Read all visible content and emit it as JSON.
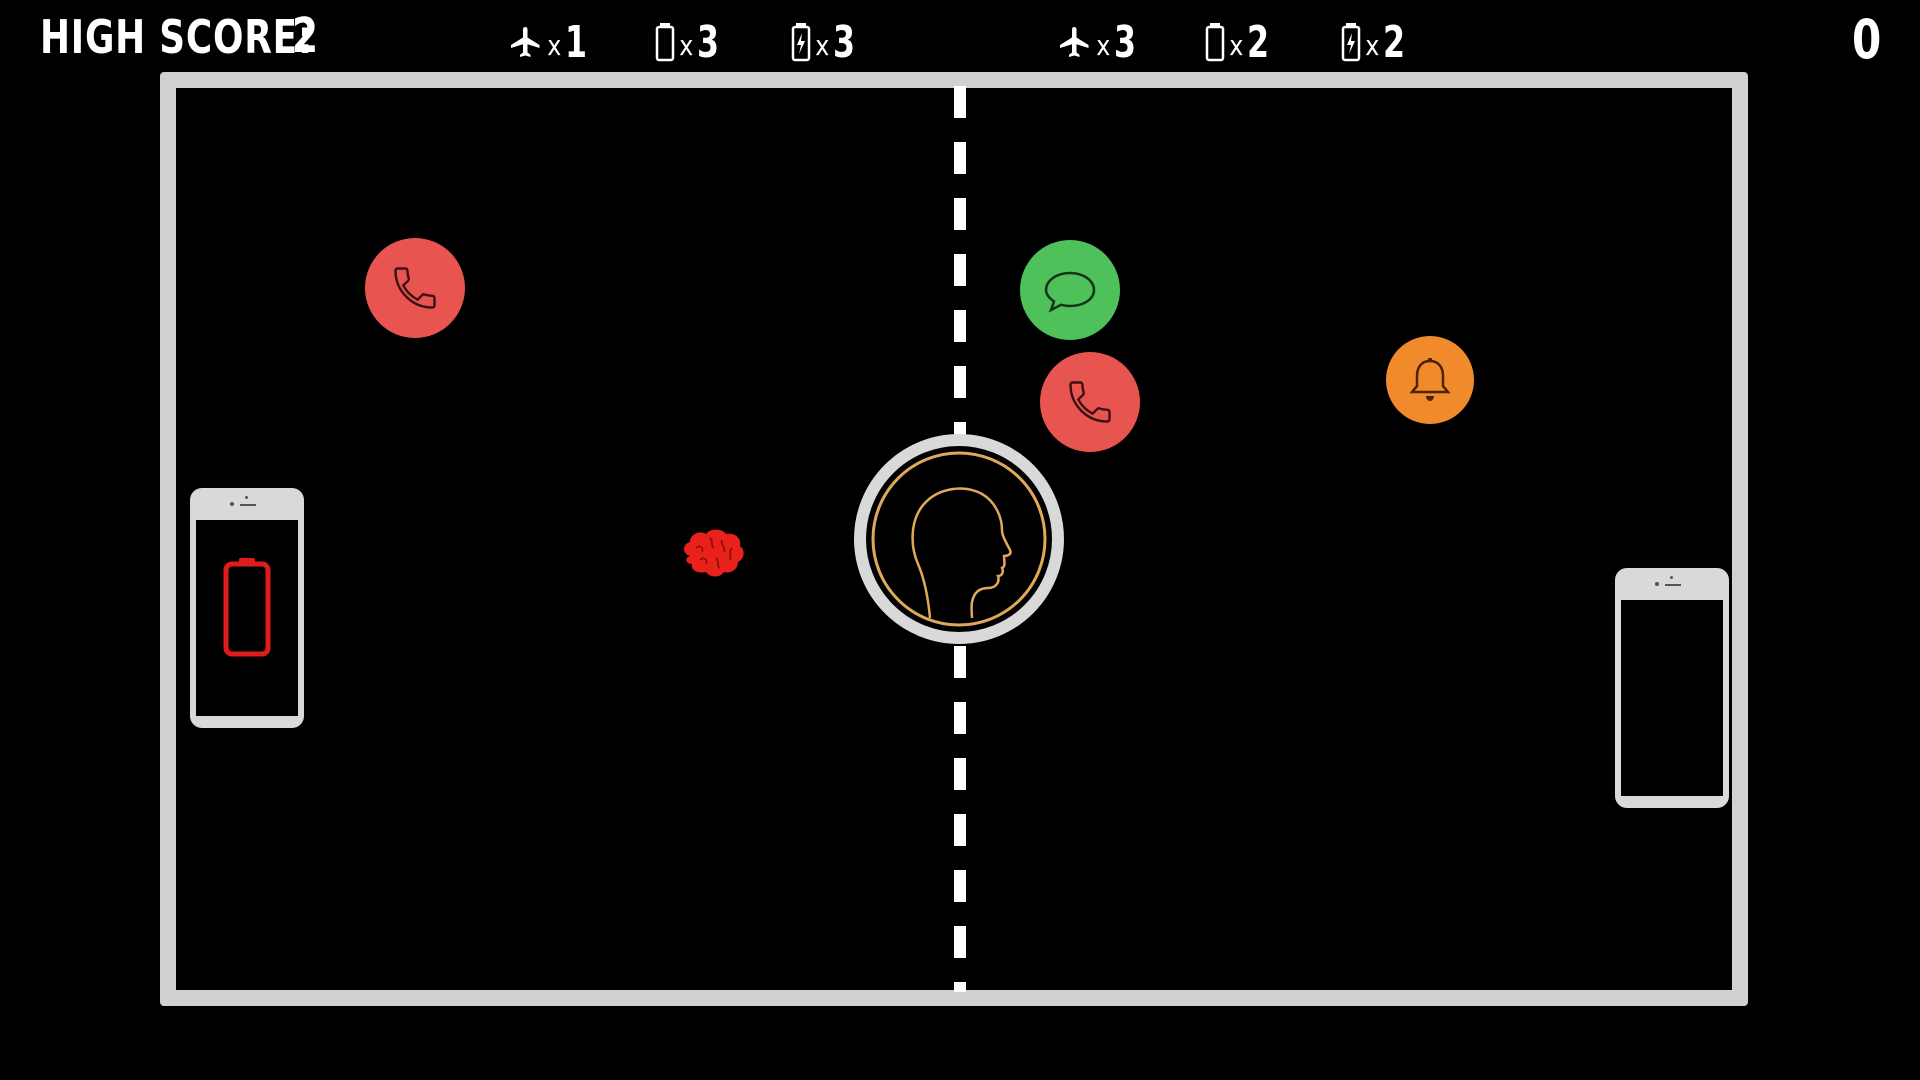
{
  "hud": {
    "high_score_label": "HIGH SCORE:",
    "high_score_value": "2",
    "score": "0",
    "left_powerups": [
      {
        "icon": "airplane-icon",
        "x_label": "x",
        "count": "1"
      },
      {
        "icon": "battery-icon",
        "x_label": "x",
        "count": "3"
      },
      {
        "icon": "battery-charge-icon",
        "x_label": "x",
        "count": "3"
      }
    ],
    "right_powerups": [
      {
        "icon": "airplane-icon",
        "x_label": "x",
        "count": "3"
      },
      {
        "icon": "battery-icon",
        "x_label": "x",
        "count": "2"
      },
      {
        "icon": "battery-charge-icon",
        "x_label": "x",
        "count": "2"
      }
    ]
  },
  "game": {
    "left_phone_state": "low-battery",
    "right_phone_state": "blank",
    "notifications": [
      {
        "type": "phone-call",
        "icon": "phone-icon",
        "color": "#e85450"
      },
      {
        "type": "message",
        "icon": "chat-bubble-icon",
        "color": "#4fc15a"
      },
      {
        "type": "phone-call",
        "icon": "phone-icon",
        "color": "#e85450"
      },
      {
        "type": "alert",
        "icon": "bell-icon",
        "color": "#f08a2a"
      }
    ],
    "ball": {
      "icon": "brain-icon",
      "color": "#e8211a"
    },
    "center": {
      "icon": "head-silhouette-icon",
      "ring_color": "#e0a85a"
    }
  },
  "colors": {
    "background": "#000000",
    "court_line": "#d0d0d0",
    "battery_low": "#e01b1b"
  }
}
